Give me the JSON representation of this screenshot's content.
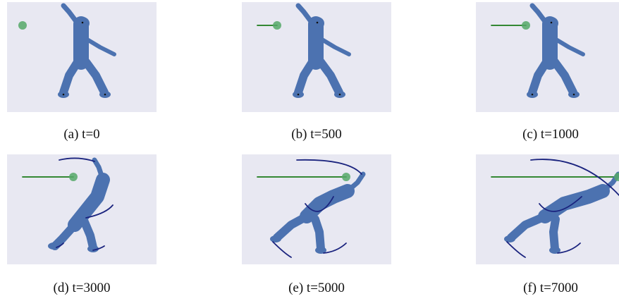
{
  "figure": {
    "panels": [
      {
        "caption": "(a) t=0",
        "pose": "standing",
        "ball_trail": 0
      },
      {
        "caption": "(b) t=500",
        "pose": "standing",
        "ball_trail": 0.08
      },
      {
        "caption": "(c) t=1000",
        "pose": "standing",
        "ball_trail": 0.14
      },
      {
        "caption": "(d) t=3000",
        "pose": "lean",
        "ball_trail": 0.4
      },
      {
        "caption": "(e) t=5000",
        "pose": "fall",
        "ball_trail": 0.7
      },
      {
        "caption": "(f) t=7000",
        "pose": "fall-far",
        "ball_trail": 1.0
      }
    ],
    "colors": {
      "background": "#e8e8f2",
      "body": "#4c72b0",
      "ball": "#55a868",
      "ball_trail": "#1a7a1a",
      "limb_trace": "#1a237e",
      "caption_text": "#111111"
    }
  }
}
